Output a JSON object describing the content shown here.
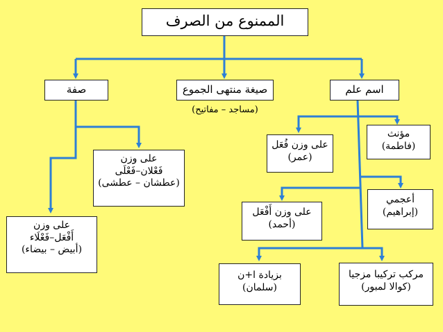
{
  "title": "الممنوع من الصرف",
  "categories": {
    "sifa": "صفة",
    "sigha": "صيغة منتهى الجموع",
    "sigha_example": "(مساجد – مفاتيح)",
    "ism_alam": "اسم علم"
  },
  "sifa_items": {
    "faalan": [
      "على وزن",
      "فَعْلان–فَعْلَى",
      "(عطشان – عطشى)"
    ],
    "afal": [
      "على وزن",
      "أَفْعَل–فَعْلَاء",
      "(أبيض – بيضاء)"
    ]
  },
  "alam_items": {
    "fual": [
      "على وزن فُعَل",
      "(عمر)"
    ],
    "afal": [
      "على وزن أَفْعَل",
      "(أحمد)"
    ],
    "ziyada": [
      "بزيادة ا+ن",
      "(سلمان)"
    ],
    "muannath": [
      "مؤنث",
      "(فاطمة)"
    ],
    "ajami": [
      "أعجمي",
      "(إبراهيم)"
    ],
    "murakkab": [
      "مركب تركيبا مزجيا",
      "(كوالا لمبور)"
    ]
  },
  "colors": {
    "background": "#fffa78",
    "connector": "#2d7fd6",
    "box_fill": "#ffffff"
  }
}
